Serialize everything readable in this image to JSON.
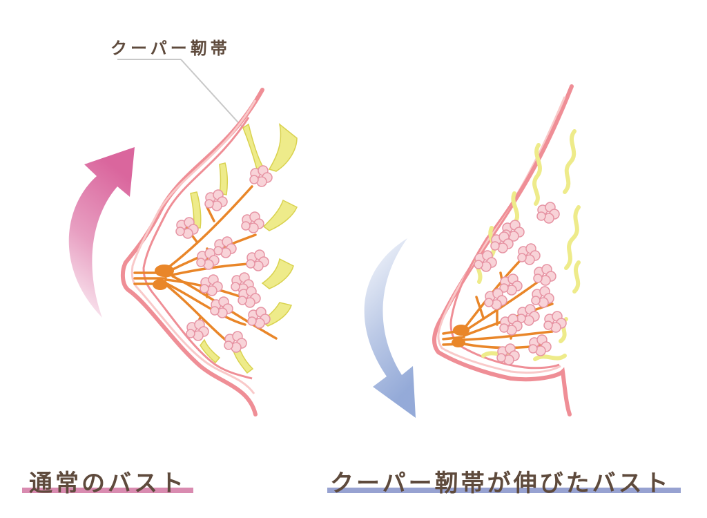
{
  "callout": {
    "label": "クーパー靭帯"
  },
  "captions": {
    "normal": "通常のバスト",
    "stretched": "クーパー靭帯が伸びたバスト"
  },
  "colors": {
    "skin_line": "#ef8e96",
    "skin_fill": "#f9c9c9",
    "ligament": "#eeeb8a",
    "ligament_line": "#d9d24f",
    "lobule_fill": "#f8d3d8",
    "lobule_line": "#e693a3",
    "duct": "#e98629",
    "arrow_up": "#d85e98",
    "arrow_down": "#8fa6d6",
    "underline_pink": "#d98bb0",
    "underline_blue": "#97a2d1",
    "text": "#5e4a3c",
    "callout_line": "#c8c8c8"
  },
  "icons": {
    "up_arrow": "curved-up-arrow-icon",
    "down_arrow": "curved-down-arrow-icon"
  }
}
